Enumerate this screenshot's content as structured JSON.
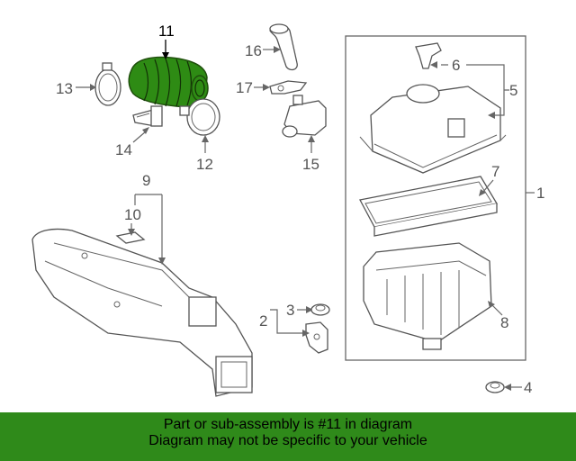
{
  "callouts": {
    "c1": "1",
    "c2": "2",
    "c3": "3",
    "c4": "4",
    "c5": "5",
    "c6": "6",
    "c7": "7",
    "c8": "8",
    "c9": "9",
    "c10": "10",
    "c11": "11",
    "c12": "12",
    "c13": "13",
    "c14": "14",
    "c15": "15",
    "c16": "16",
    "c17": "17"
  },
  "highlight_part": "11",
  "colors": {
    "highlight": "#2e8b14",
    "banner": "#2f8a1a",
    "line": "#666666"
  },
  "banner": {
    "line1": "Part or sub-assembly is #11 in diagram",
    "line2": "Diagram may not be specific to your vehicle"
  }
}
